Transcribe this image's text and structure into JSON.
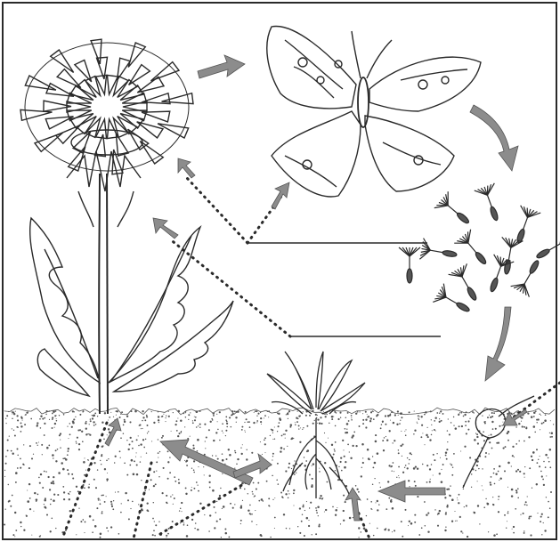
{
  "diagram": {
    "stages": [
      {
        "id": "flowering-dandelion",
        "icon": "dandelion-flower"
      },
      {
        "id": "pollinating-butterfly",
        "icon": "butterfly"
      },
      {
        "id": "dispersing-seeds",
        "icon": "seed-parachutes"
      },
      {
        "id": "germinating-seed",
        "icon": "sprouting-seed"
      },
      {
        "id": "young-plant",
        "icon": "seedling-rosette"
      }
    ],
    "label_lines": [
      {
        "id": "upper-label-line",
        "text": ""
      },
      {
        "id": "lower-label-line",
        "text": ""
      }
    ],
    "colors": {
      "ink": "#2a2a2a",
      "arrow": "#8c8c8c",
      "soil": "#555555",
      "background": "#ffffff"
    }
  }
}
